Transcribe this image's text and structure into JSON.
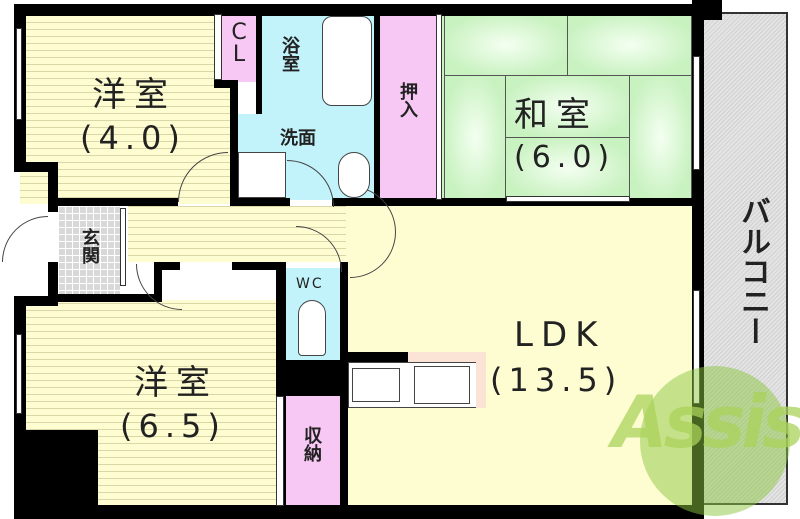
{
  "floorplan": {
    "rooms": {
      "western_room_1": {
        "name": "洋室",
        "size": "(4.0)"
      },
      "closet_cl": {
        "name": "CL"
      },
      "bathroom": {
        "name": "浴室"
      },
      "washroom": {
        "name": "洗面"
      },
      "oshiire": {
        "name": "押入"
      },
      "japanese_room": {
        "name": "和室",
        "size": "(6.0)"
      },
      "balcony": {
        "name": "バルコニー"
      },
      "entrance": {
        "name": "玄関"
      },
      "wc": {
        "name": "WC"
      },
      "ldk": {
        "name": "LDK",
        "size": "(13.5)"
      },
      "western_room_2": {
        "name": "洋室",
        "size": "(6.5)"
      },
      "storage": {
        "name": "収納"
      }
    },
    "watermark": {
      "text": "Assist"
    },
    "colors": {
      "western_floor": "#fefdd2",
      "tatami": "#c9f2c1",
      "closet": "#f8c8f4",
      "wet_area": "#c2f3fb",
      "wall": "#000000",
      "balcony": "#e4e4e4",
      "watermark": "#8cc63f"
    }
  }
}
